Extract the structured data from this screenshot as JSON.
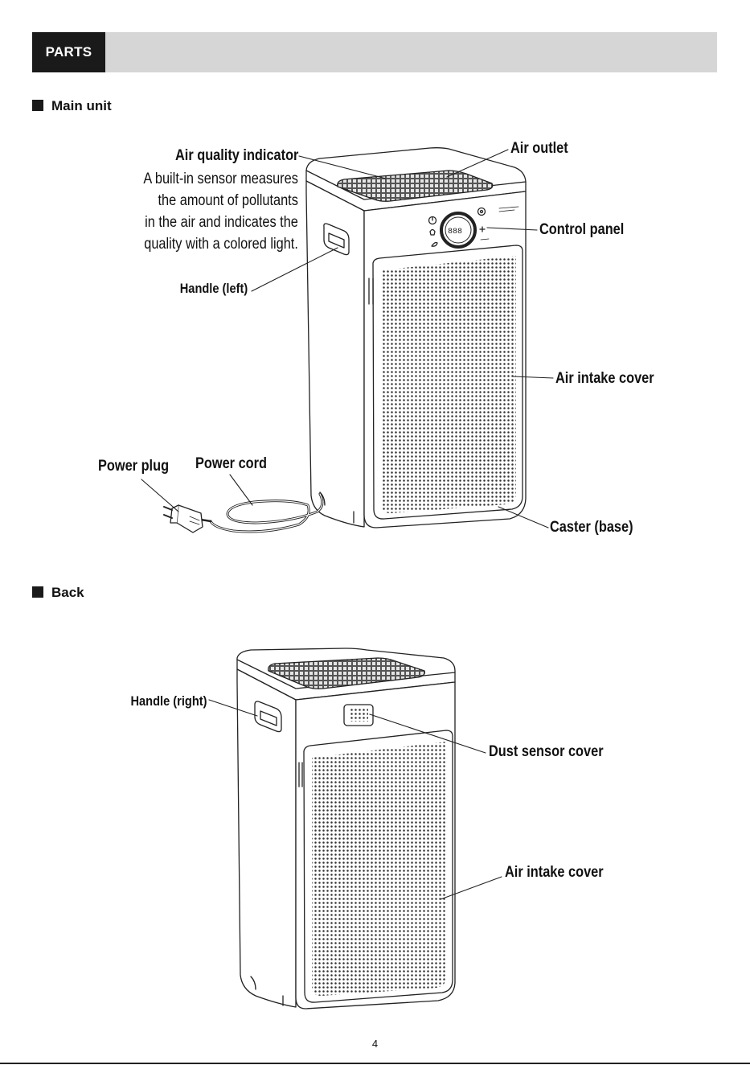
{
  "header": {
    "tab_label": "PARTS"
  },
  "sections": {
    "main_unit": {
      "title": "Main unit",
      "labels": {
        "air_quality_indicator": "Air quality indicator",
        "air_quality_description": [
          "A built-in sensor measures",
          "the amount of pollutants",
          "in the air and indicates the",
          "quality with a colored light."
        ],
        "air_outlet": "Air outlet",
        "control_panel": "Control panel",
        "handle_left": "Handle (left)",
        "air_intake_cover": "Air intake cover",
        "power_plug": "Power plug",
        "power_cord": "Power cord",
        "caster_base": "Caster (base)"
      },
      "display_readout": "888"
    },
    "back": {
      "title": "Back",
      "labels": {
        "handle_right": "Handle (right)",
        "dust_sensor_cover": "Dust sensor cover",
        "air_intake_cover": "Air intake cover"
      }
    }
  },
  "footer": {
    "page_number": "4"
  },
  "icons": [
    "square-bullet-icon",
    "power-icon",
    "fan-icon",
    "light-icon",
    "leaf-icon",
    "lock-icon"
  ],
  "colors": {
    "header_tab": "#1a1a1a",
    "header_bar": "#d6d6d6",
    "line_art": "#222222"
  }
}
